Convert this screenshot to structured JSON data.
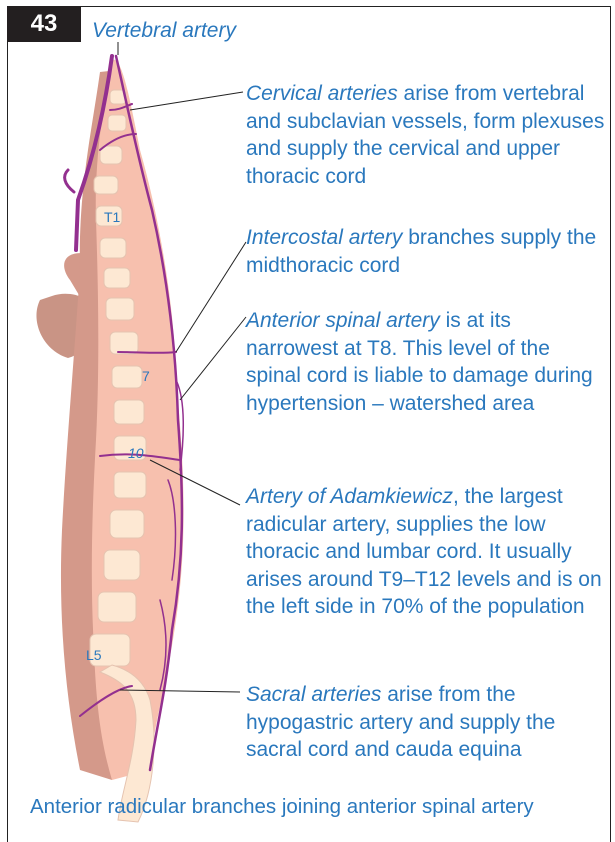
{
  "figure_number": "43",
  "labels": {
    "vertebral_artery": "Vertebral artery",
    "vertebra_t1": "T1",
    "vertebra_7": "7",
    "vertebra_10": "10",
    "vertebra_l5": "L5"
  },
  "annotations": [
    {
      "term": "Cervical arteries",
      "text": " arise from vertebral and subclavian vessels, form plexuses and supply the cervical and upper thoracic cord"
    },
    {
      "term": "Intercostal artery",
      "text": " branches supply the midthoracic cord"
    },
    {
      "term": "Anterior spinal artery",
      "text": " is at its narrowest at T8. This level of the spinal cord is liable to damage during hypertension – watershed area"
    },
    {
      "term": "Artery of Adamkiewicz",
      "text": ", the largest radicular artery, supplies the low thoracic and lumbar cord. It usually arises around T9–T12 levels and is on the left side in 70% of the population"
    },
    {
      "term": "Sacral arteries",
      "text": " arise from the hypogastric artery and supply the sacral cord and cauda equina"
    }
  ],
  "caption": "Anterior radicular branches joining anterior spinal artery",
  "colors": {
    "text": "#2a78bd",
    "artery": "#93308f",
    "body": "#f7c0ae",
    "body_dark": "#d4998a",
    "bone": "#fde8d3"
  }
}
